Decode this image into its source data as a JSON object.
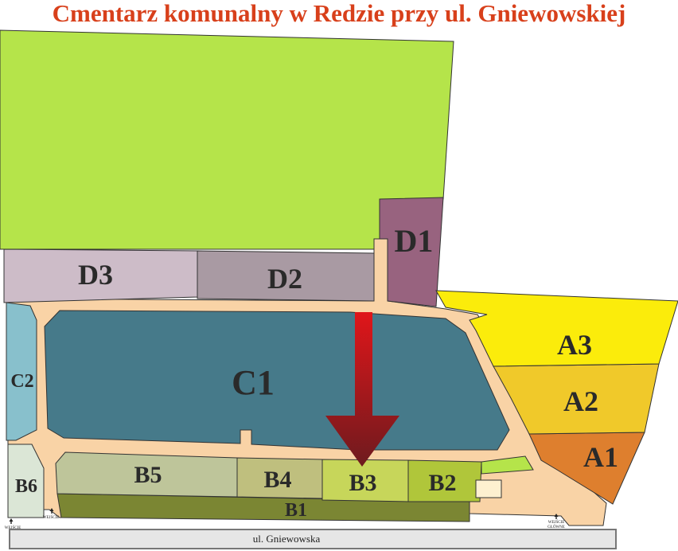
{
  "title": "Cmentarz komunalny w Redzie przy ul. Gniewowskiej",
  "colors": {
    "title": "#d8401b",
    "free_area": "#b5e44a",
    "paths": "#f9d3a6",
    "arrow": "#d7191c"
  },
  "sections": [
    {
      "id": "D1",
      "label": "D1",
      "color": "#98637f"
    },
    {
      "id": "D2",
      "label": "D2",
      "color": "#a99aa3"
    },
    {
      "id": "D3",
      "label": "D3",
      "color": "#cdbcc8"
    },
    {
      "id": "C1",
      "label": "C1",
      "color": "#467a8a"
    },
    {
      "id": "C2",
      "label": "C2",
      "color": "#88c0cc"
    },
    {
      "id": "A1",
      "label": "A1",
      "color": "#de7f2e"
    },
    {
      "id": "A2",
      "label": "A2",
      "color": "#f0c92a"
    },
    {
      "id": "A3",
      "label": "A3",
      "color": "#fbec0b"
    },
    {
      "id": "B1",
      "label": "B1",
      "color": "#7b8633"
    },
    {
      "id": "B2",
      "label": "B2",
      "color": "#b0c63a"
    },
    {
      "id": "B3",
      "label": "B3",
      "color": "#c7d65a"
    },
    {
      "id": "B4",
      "label": "B4",
      "color": "#bfbf7e"
    },
    {
      "id": "B5",
      "label": "B5",
      "color": "#bec59a"
    },
    {
      "id": "B6",
      "label": "B6",
      "color": "#dbe6d6"
    }
  ],
  "entrances": [
    {
      "label": "WEJŚCIE"
    },
    {
      "label": "WEJŚCIE"
    },
    {
      "label": "WEJŚCIE GŁÓWNE"
    }
  ],
  "street": "ul. Gniewowska"
}
